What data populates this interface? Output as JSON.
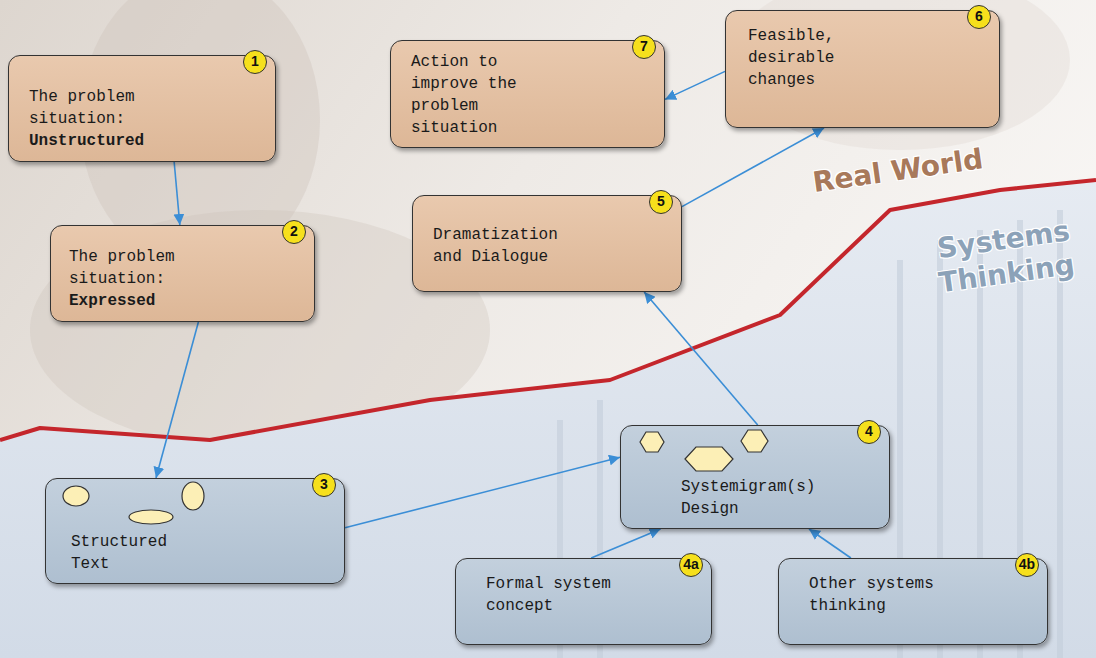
{
  "diagram": {
    "nodes": [
      {
        "text": [
          "1",
          "The problem situation:",
          "Unstructured"
        ]
      },
      {
        "text": [
          "2",
          "The problem situation:",
          "Expressed"
        ]
      },
      {
        "text": [
          "3",
          "Structured Text"
        ]
      },
      {
        "text": [
          "4",
          "Systemigram(s) Design"
        ]
      },
      {
        "text": [
          "4a",
          "Formal system concept"
        ]
      },
      {
        "text": [
          "4b",
          "Other systems thinking"
        ]
      },
      {
        "text": [
          "5",
          "Dramatization and Dialogue"
        ]
      },
      {
        "text": [
          "6",
          "Feasible, desirable changes"
        ]
      },
      {
        "text": [
          "7",
          "Action to improve the problem situation"
        ]
      }
    ],
    "edges": [
      {
        "from": 0,
        "to": 1,
        "arrow": "to"
      },
      {
        "from": 1,
        "to": 2,
        "arrow": "to"
      },
      {
        "from": 2,
        "to": 3,
        "arrow": "to"
      },
      {
        "from": 4,
        "to": 3,
        "arrow": "to"
      },
      {
        "from": 5,
        "to": 3,
        "arrow": "to"
      },
      {
        "from": 3,
        "to": 6,
        "arrow": "to"
      },
      {
        "from": 6,
        "to": 7,
        "arrow": "to"
      },
      {
        "from": 7,
        "to": 8,
        "arrow": "to"
      }
    ],
    "labels": [
      "Real World",
      "Systems Thinking"
    ]
  }
}
